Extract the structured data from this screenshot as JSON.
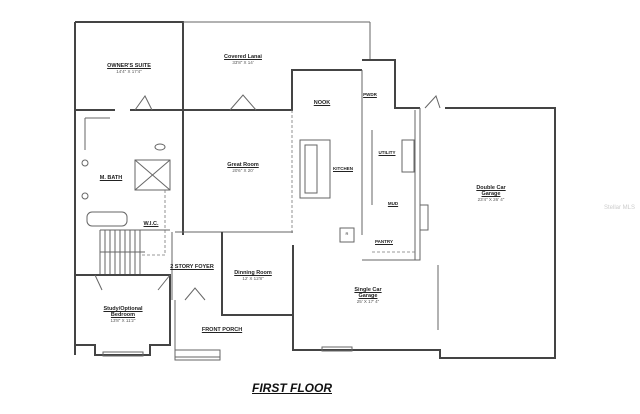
{
  "title": "FIRST FLOOR",
  "watermark": "Stellar MLS",
  "rooms": [
    {
      "name": "OWNER'S SUITE",
      "dim": "14'4\" X 17'4\""
    },
    {
      "name": "Covered Lanai",
      "dim": "33'8\" X 14'"
    },
    {
      "name": "NOOK",
      "dim": ""
    },
    {
      "name": "PWDR",
      "dim": ""
    },
    {
      "name": "Great Room",
      "dim": "20'6\" X 20'"
    },
    {
      "name": "KITCHEN",
      "dim": ""
    },
    {
      "name": "UTILITY",
      "dim": ""
    },
    {
      "name": "MUD",
      "dim": ""
    },
    {
      "name": "PANTRY",
      "dim": ""
    },
    {
      "name": "M. BATH",
      "dim": ""
    },
    {
      "name": "W.I.C.",
      "dim": ""
    },
    {
      "name": "Double Car Garage",
      "dim": "23'4\" X 26' 4\""
    },
    {
      "name": "2 STORY FOYER",
      "dim": ""
    },
    {
      "name": "Dinning Room",
      "dim": "12' X 12'8\""
    },
    {
      "name": "Single Car Garage",
      "dim": "25' X 17' 4\""
    },
    {
      "name": "Study/Optional Bedroom",
      "dim": "13'8\" X 11'2\""
    },
    {
      "name": "FRONT PORCH",
      "dim": ""
    }
  ],
  "fridge_label": "R"
}
